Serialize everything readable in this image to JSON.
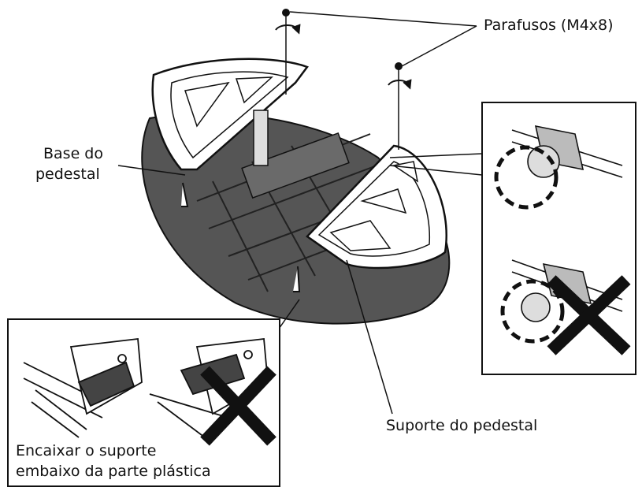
{
  "labels": {
    "screws": "Parafusos (M4x8)",
    "base_line1": "Base do",
    "base_line2": "pedestal",
    "support": "Suporte do pedestal",
    "note_line1": "Encaixar o suporte",
    "note_line2": "embaixo da parte plástica"
  },
  "colors": {
    "base_fill": "#555555",
    "line": "#111111",
    "support_fill": "#ffffff",
    "dashed_circle": "#111111"
  },
  "icons": [
    "screw-icon",
    "rotation-arrow-icon",
    "wrong-x-icon",
    "dashed-detail-circle-icon"
  ]
}
